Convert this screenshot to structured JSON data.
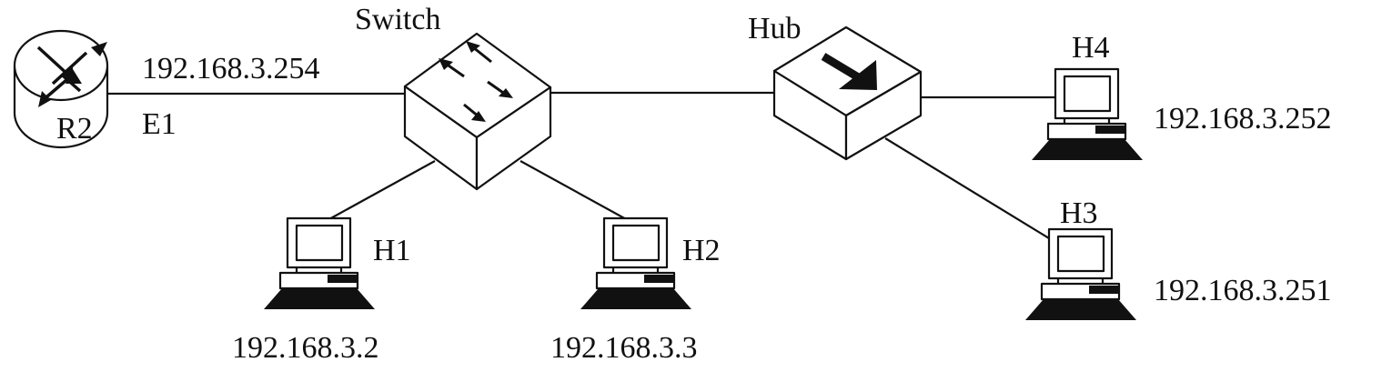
{
  "router": {
    "name": "R2",
    "interface": "E1",
    "ip": "192.168.3.254"
  },
  "switch": {
    "name": "Switch"
  },
  "hub": {
    "name": "Hub"
  },
  "hosts": [
    {
      "name": "H1",
      "ip": "192.168.3.2"
    },
    {
      "name": "H2",
      "ip": "192.168.3.3"
    },
    {
      "name": "H3",
      "ip": "192.168.3.251"
    },
    {
      "name": "H4",
      "ip": "192.168.3.252"
    }
  ],
  "colors": {
    "stroke": "#111111",
    "background": "#ffffff"
  }
}
